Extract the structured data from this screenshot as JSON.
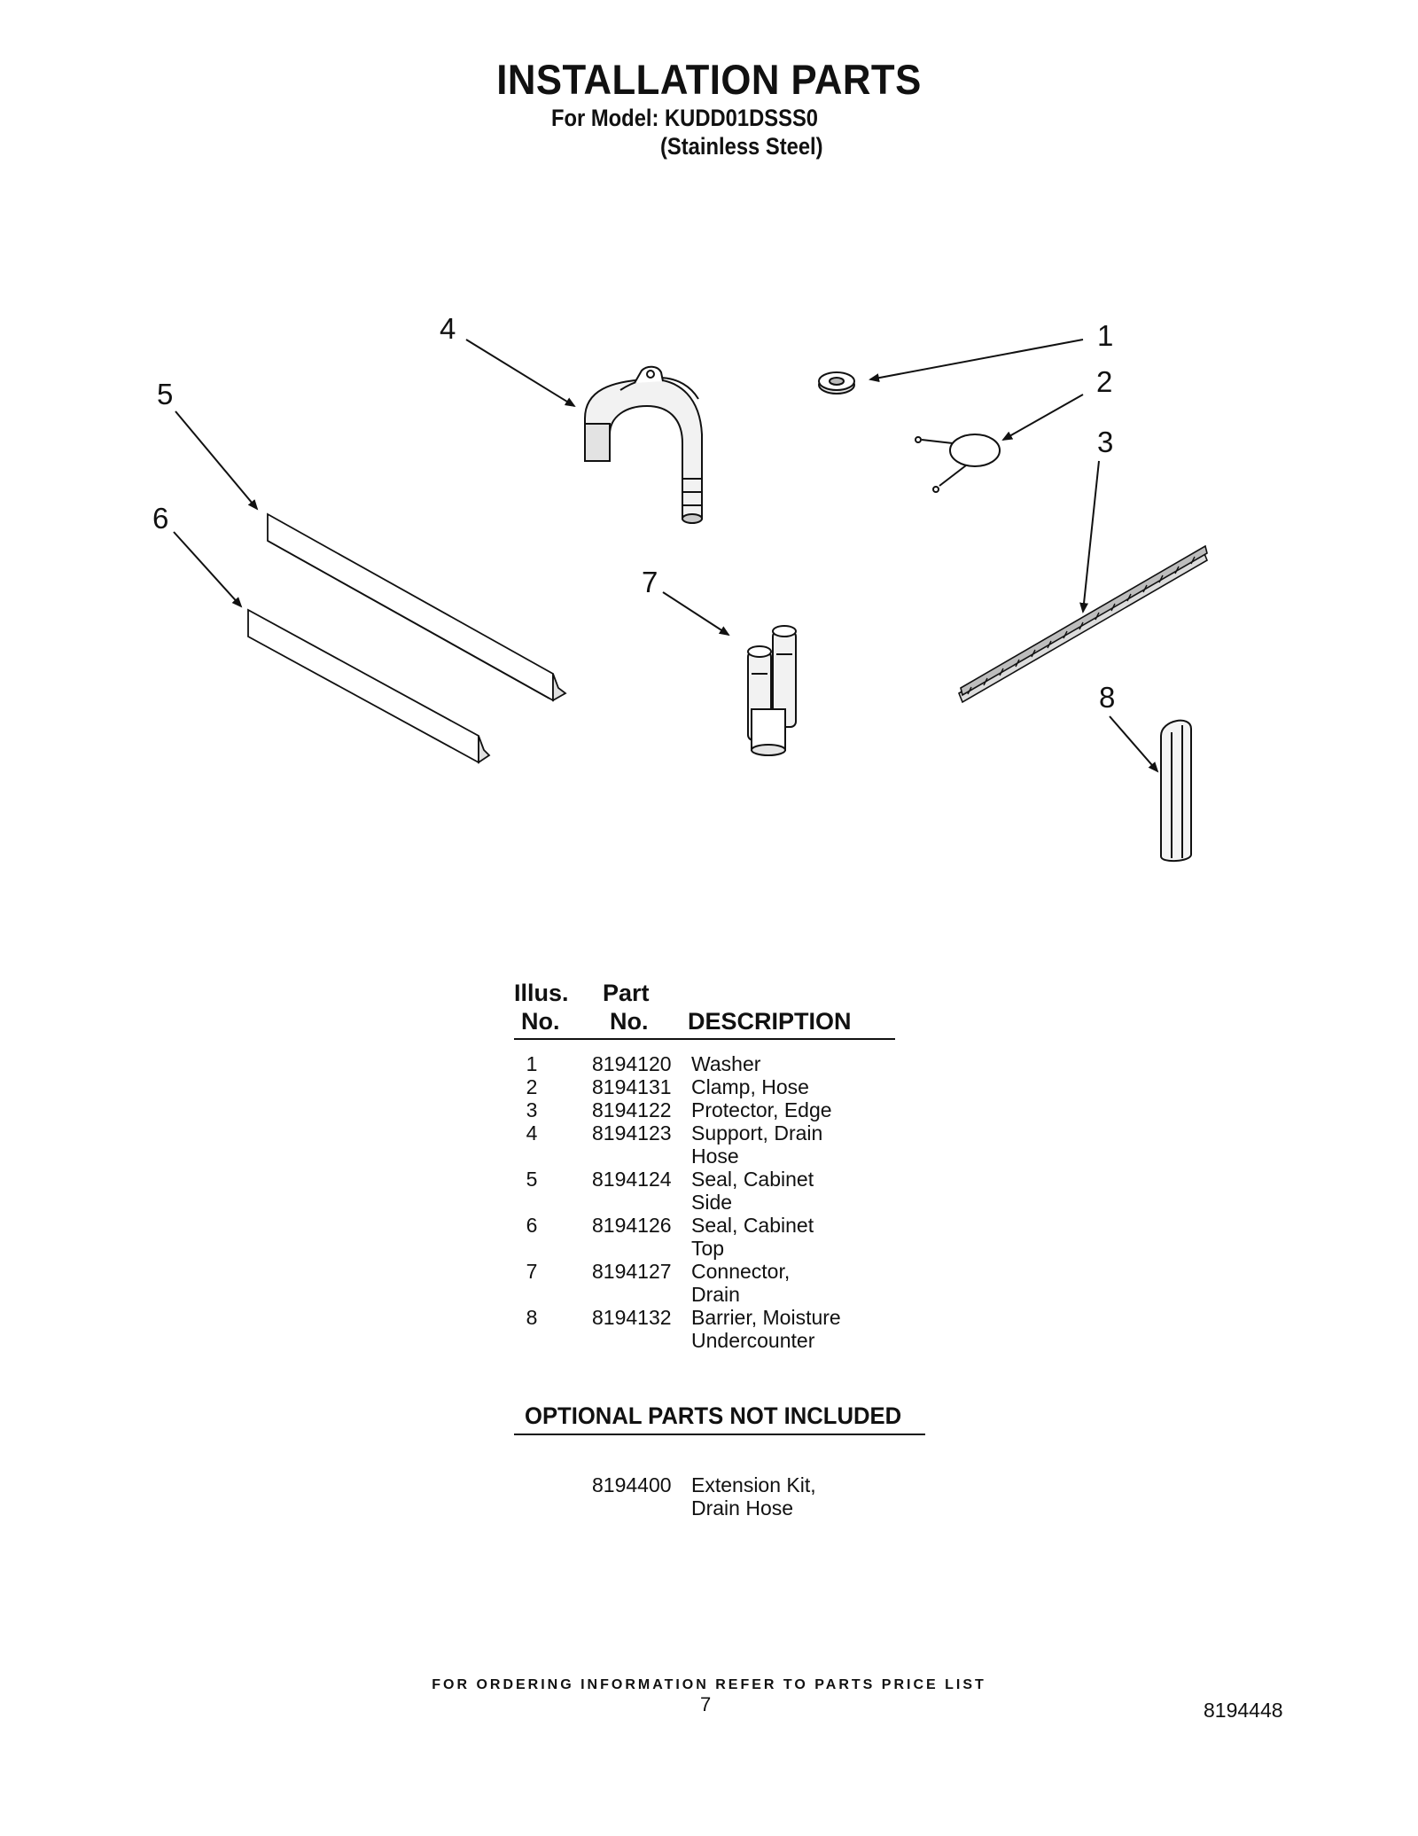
{
  "header": {
    "title": "INSTALLATION PARTS",
    "model_line": "For Model: KUDD01DSSS0",
    "finish_line": "(Stainless Steel)"
  },
  "diagram": {
    "callouts": [
      "1",
      "2",
      "3",
      "4",
      "5",
      "6",
      "7",
      "8"
    ]
  },
  "parts_table": {
    "headers": {
      "illus_top": "Illus.",
      "illus_bottom": "No.",
      "part_top": "Part",
      "part_bottom": "No.",
      "description": "DESCRIPTION"
    },
    "rows": [
      {
        "illus": "1",
        "part": "8194120",
        "desc": [
          "Washer"
        ]
      },
      {
        "illus": "2",
        "part": "8194131",
        "desc": [
          "Clamp, Hose"
        ]
      },
      {
        "illus": "3",
        "part": "8194122",
        "desc": [
          "Protector, Edge"
        ]
      },
      {
        "illus": "4",
        "part": "8194123",
        "desc": [
          "Support, Drain",
          "Hose"
        ]
      },
      {
        "illus": "5",
        "part": "8194124",
        "desc": [
          "Seal, Cabinet",
          "Side"
        ]
      },
      {
        "illus": "6",
        "part": "8194126",
        "desc": [
          "Seal, Cabinet",
          "Top"
        ]
      },
      {
        "illus": "7",
        "part": "8194127",
        "desc": [
          "Connector,",
          "Drain"
        ]
      },
      {
        "illus": "8",
        "part": "8194132",
        "desc": [
          "Barrier, Moisture",
          "Undercounter"
        ]
      }
    ]
  },
  "optional": {
    "title": "OPTIONAL PARTS NOT INCLUDED",
    "part": "8194400",
    "desc": [
      "Extension Kit,",
      "Drain Hose"
    ]
  },
  "footer": {
    "note": "FOR ORDERING INFORMATION REFER TO PARTS PRICE LIST",
    "page_number": "7",
    "doc_number": "8194448"
  }
}
